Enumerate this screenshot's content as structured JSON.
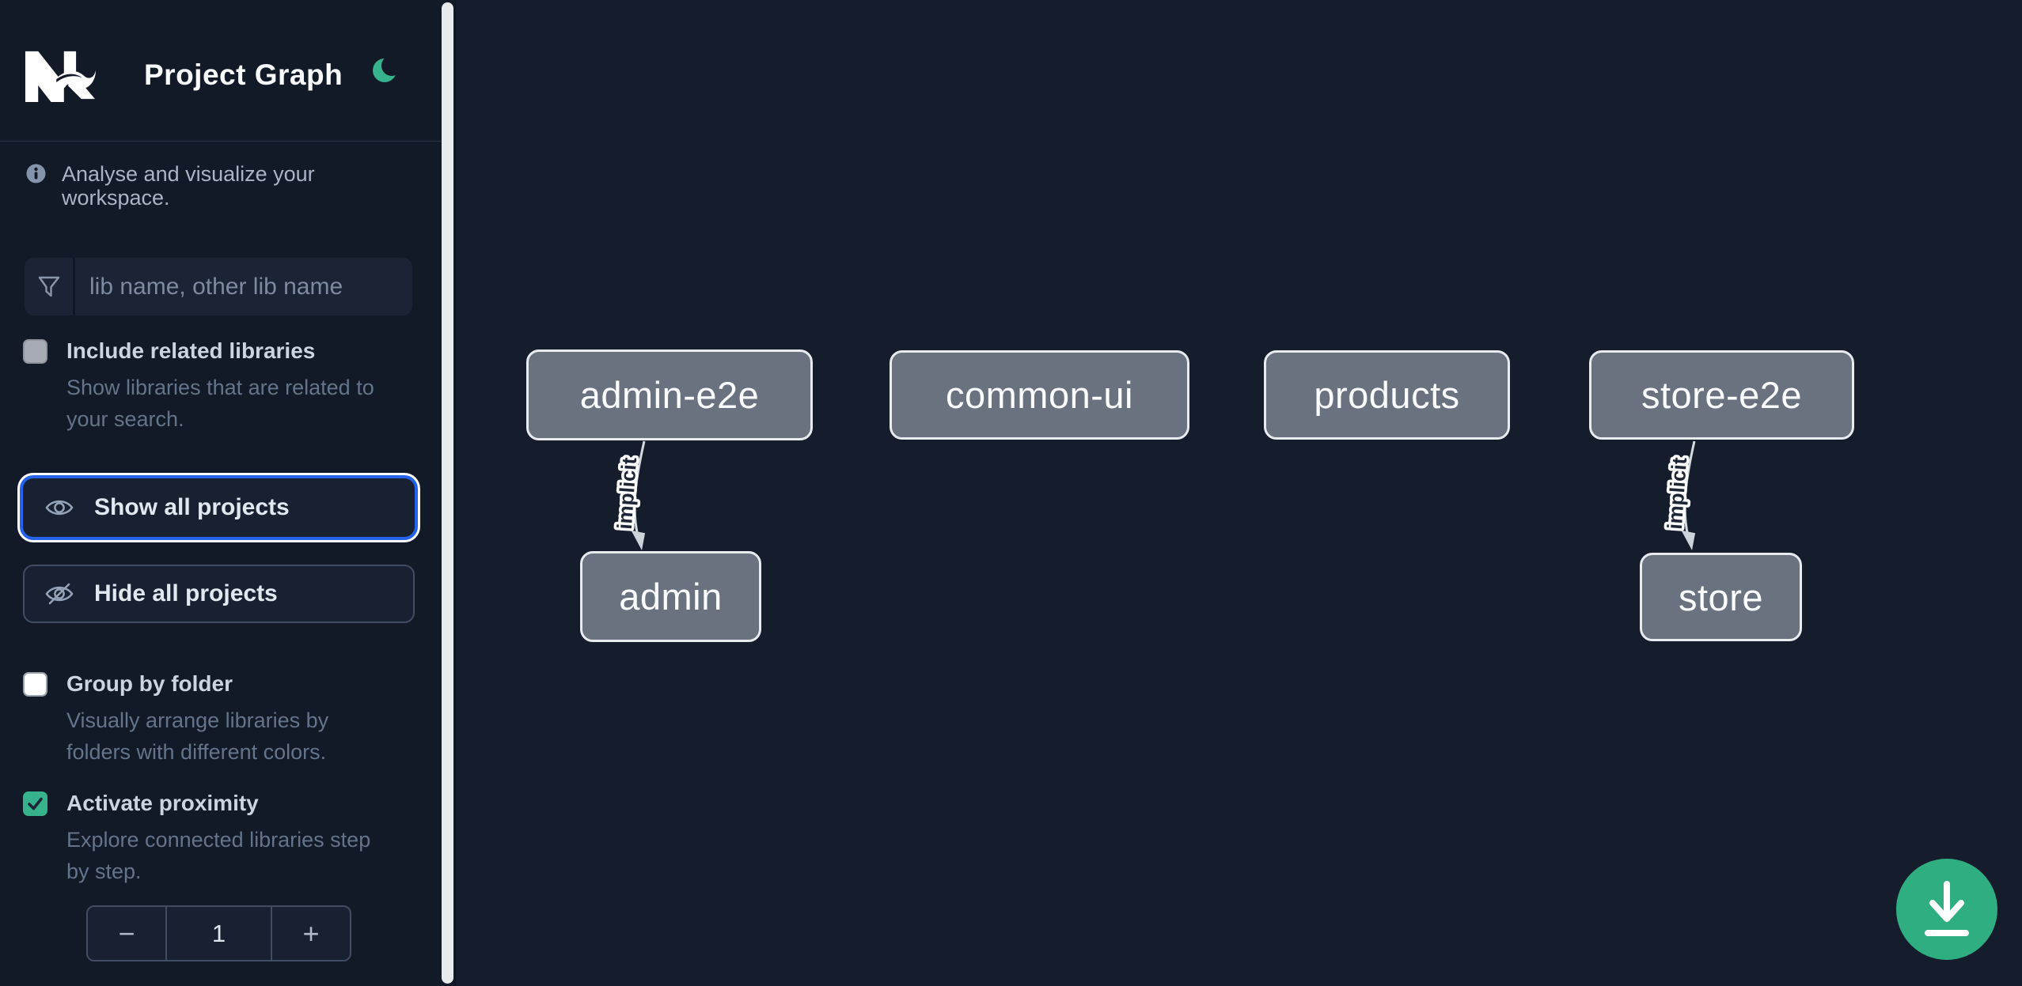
{
  "header": {
    "title": "Project Graph"
  },
  "sidebar": {
    "info_text": "Analyse and visualize your workspace.",
    "filter": {
      "placeholder": "lib name, other lib name",
      "value": ""
    },
    "options": [
      {
        "label": "Include related libraries",
        "description": "Show libraries that are related to\nyour search.",
        "checked": false
      },
      {
        "label": "Group by folder",
        "description": "Visually arrange libraries by\nfolders with different colors.",
        "checked": false
      },
      {
        "label": "Activate proximity",
        "description": "Explore connected libraries step\nby step.",
        "checked": true
      }
    ],
    "buttons": {
      "show_all": "Show all projects",
      "hide_all": "Hide all projects"
    },
    "stepper": {
      "minus": "−",
      "value": "1",
      "plus": "+"
    }
  },
  "graph": {
    "nodes": [
      {
        "label": "admin-e2e"
      },
      {
        "label": "common-ui"
      },
      {
        "label": "products"
      },
      {
        "label": "store-e2e"
      },
      {
        "label": "admin"
      },
      {
        "label": "store"
      }
    ],
    "edges": [
      {
        "from": "admin-e2e",
        "to": "admin",
        "label": "implicit"
      },
      {
        "from": "store-e2e",
        "to": "store",
        "label": "implicit"
      }
    ]
  },
  "icons": {
    "logo": "nx-logo",
    "theme": "moon-icon",
    "info": "info-icon",
    "filter": "funnel-icon",
    "show": "eye-icon",
    "hide": "eye-off-icon",
    "fab": "download-icon"
  },
  "colors": {
    "accent_green": "#36b28d",
    "fab_green": "#2fae81",
    "focus_blue": "#2563eb",
    "node_fill": "#6a7280",
    "sidebar_bg": "#121927",
    "canvas_bg": "#151c2b"
  }
}
